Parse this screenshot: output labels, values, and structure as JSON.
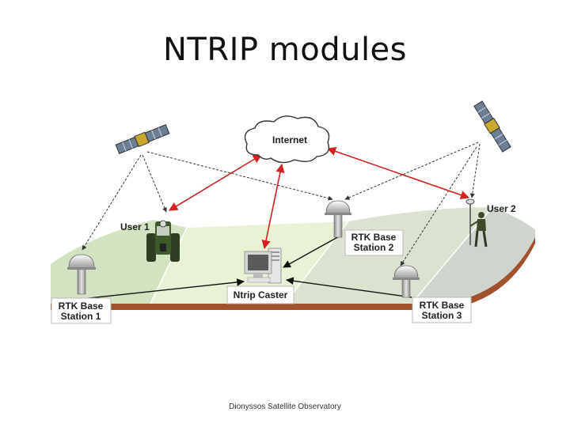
{
  "slide": {
    "title": "NTRIP modules",
    "footer": "Dionyssos Satellite Observatory"
  },
  "diagram": {
    "internet_label": "Internet",
    "caster_label": "Ntrip Caster",
    "user1_label": "User 1",
    "user2_label": "User 2",
    "stations": [
      {
        "line1": "RTK Base",
        "line2": "Station 1"
      },
      {
        "line1": "RTK Base",
        "line2": "Station 2"
      },
      {
        "line1": "RTK Base",
        "line2": "Station 3"
      }
    ],
    "colors": {
      "internet_link": "#d42020",
      "caster_link": "#111111",
      "satellite_signal": "#333333",
      "ground_light": "#e8f3d6",
      "ground_mid": "#d3e3c1",
      "ground_dark": "#c8d0c4",
      "ground_edge": "#a0522d"
    },
    "icons": [
      "satellite-icon",
      "cloud-icon",
      "antenna-icon",
      "tractor-icon",
      "surveyor-icon",
      "computer-icon"
    ]
  }
}
